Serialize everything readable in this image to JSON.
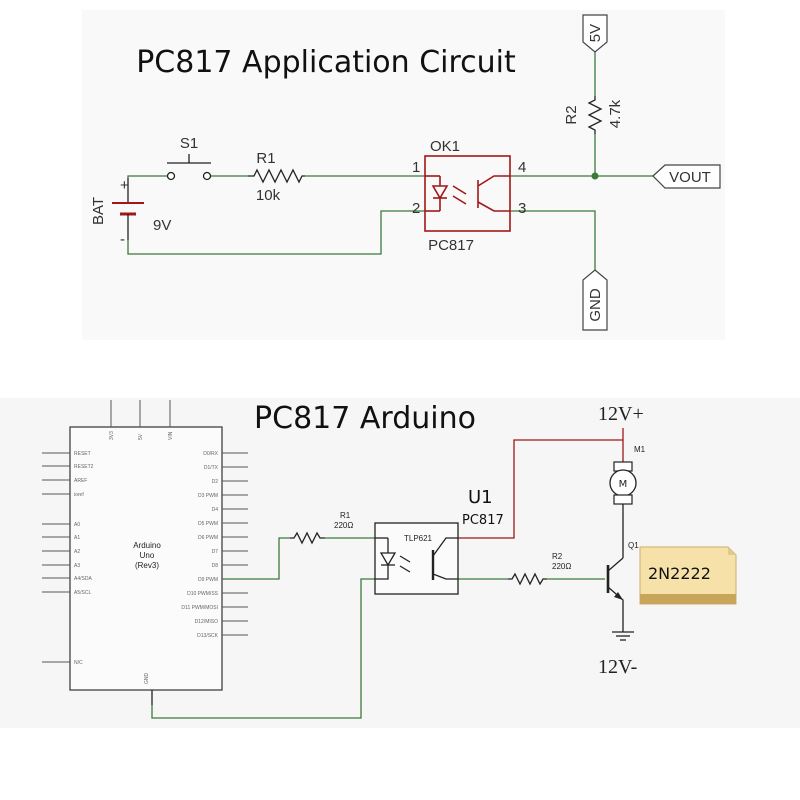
{
  "top_circuit": {
    "title": "PC817 Application Circuit",
    "switch_label": "S1",
    "battery_label": "BAT",
    "battery_value": "9V",
    "battery_plus": "+",
    "battery_minus": "-",
    "r1_label": "R1",
    "r1_value": "10k",
    "opto_label": "OK1",
    "opto_part": "PC817",
    "pin1": "1",
    "pin2": "2",
    "pin3": "3",
    "pin4": "4",
    "r2_label": "R2",
    "r2_value": "4.7k",
    "vcc_label": "5V",
    "gnd_label": "GND",
    "vout_label": "VOUT"
  },
  "bottom_circuit": {
    "title": "PC817 Arduino",
    "arduino_name_1": "Arduino",
    "arduino_name_2": "Uno",
    "arduino_name_3": "(Rev3)",
    "left_pins": [
      "RESET",
      "RESET2",
      "AREF",
      "ioref",
      "A0",
      "A1",
      "A2",
      "A3",
      "A4/SDA",
      "A5/SCL",
      "N/C"
    ],
    "right_pins": [
      "D0/RX",
      "D1/TX",
      "D2",
      "D3 PWM",
      "D4",
      "D5 PWM",
      "D6 PWM",
      "D7",
      "D8",
      "D9 PWM",
      "D10 PWM/SS",
      "D11 PWM/MOSI",
      "D12/MISO",
      "D13/SCK"
    ],
    "top_pins": [
      "3V3",
      "5V",
      "VIN"
    ],
    "bottom_pin": "GND",
    "r1_label": "R1",
    "r1_value": "220Ω",
    "opto_part": "TLP621",
    "u1_label": "U1",
    "u1_part": "PC817",
    "r2_label": "R2",
    "r2_value": "220Ω",
    "motor_label": "M1",
    "motor_symbol": "M",
    "q1_label": "Q1",
    "transistor_note": "2N2222",
    "rail_pos": "12V+",
    "rail_neg": "12V-"
  }
}
